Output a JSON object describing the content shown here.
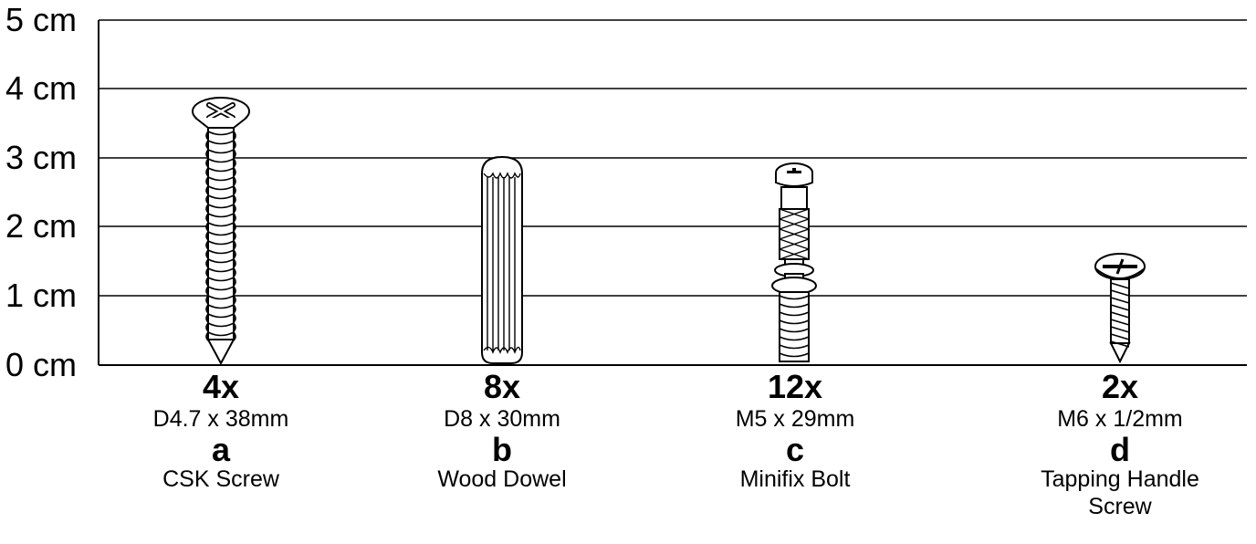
{
  "scale": {
    "ticks": [
      "5 cm",
      "4 cm",
      "3 cm",
      "2 cm",
      "1 cm",
      "0 cm"
    ]
  },
  "parts": [
    {
      "quantity": "4x",
      "size": "D4.7 x 38mm",
      "letter": "a",
      "name": "CSK Screw",
      "icon": "countersunk-screw-icon"
    },
    {
      "quantity": "8x",
      "size": "D8 x 30mm",
      "letter": "b",
      "name": "Wood Dowel",
      "icon": "wood-dowel-icon"
    },
    {
      "quantity": "12x",
      "size": "M5 x 29mm",
      "letter": "c",
      "name": "Minifix Bolt",
      "icon": "minifix-bolt-icon"
    },
    {
      "quantity": "2x",
      "size": "M6 x 1/2mm",
      "letter": "d",
      "name": "Tapping Handle Screw",
      "icon": "tapping-screw-icon"
    }
  ]
}
